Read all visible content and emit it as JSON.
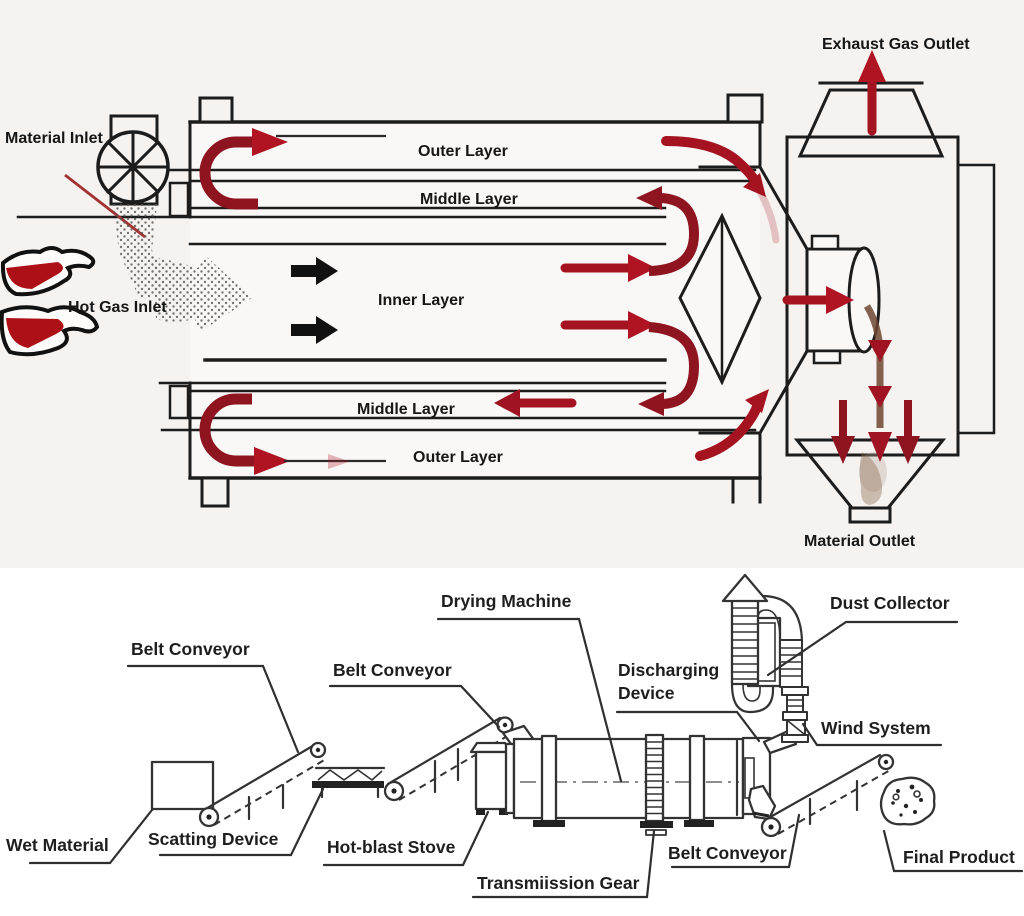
{
  "top": {
    "labels": {
      "material_inlet": "Material Inlet",
      "hot_gas_inlet": "Hot Gas Inlet",
      "outer_layer_top": "Outer Layer",
      "middle_layer_top": "Middle Layer",
      "inner_layer": "Inner Layer",
      "middle_layer_bottom": "Middle Layer",
      "outer_layer_bottom": "Outer Layer",
      "exhaust_gas_outlet": "Exhaust Gas Outlet",
      "material_outlet": "Material Outlet"
    },
    "colors": {
      "arrow_red": "#b01423",
      "arrow_dark_red": "#8e1420",
      "flame_red": "#ad1117",
      "ink": "#1c1c1c",
      "background": "#f5f2f0",
      "material_brown": "#6f4630"
    }
  },
  "bottom": {
    "labels": {
      "belt_conveyor_1": "Belt Conveyor",
      "belt_conveyor_2": "Belt Conveyor",
      "wet_material": "Wet Material",
      "scatting_device": "Scatting Device",
      "hot_blast_stove": "Hot-blast Stove",
      "drying_machine": "Drying Machine",
      "transmission_gear": "Transmiission Gear",
      "discharging_device_line1": "Discharging",
      "discharging_device_line2": "Device",
      "dust_collector": "Dust Collector",
      "wind_system": "Wind System",
      "belt_conveyor_3": "Belt Conveyor",
      "final_product": "Final Product"
    },
    "colors": {
      "ink": "#333333",
      "background": "#ffffff"
    }
  }
}
